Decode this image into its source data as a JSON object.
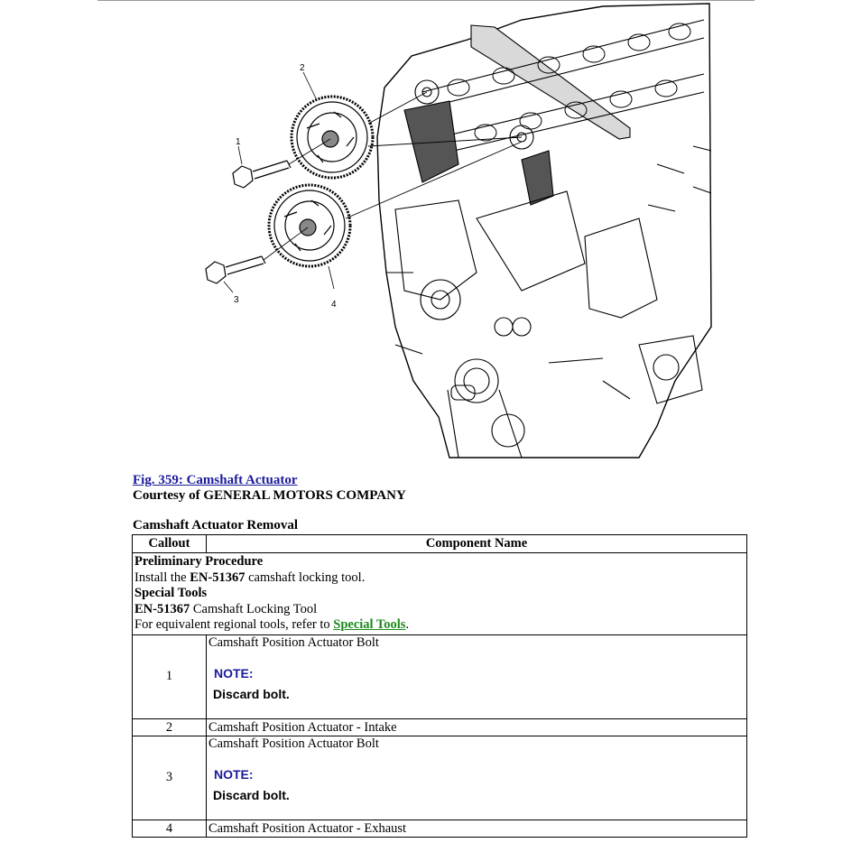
{
  "figure": {
    "callouts": [
      "1",
      "2",
      "3",
      "4"
    ]
  },
  "caption": {
    "link_text": "Fig. 359: Camshaft Actuator",
    "courtesy": "Courtesy of GENERAL MOTORS COMPANY"
  },
  "section_title": "Camshaft Actuator Removal",
  "table": {
    "headers": [
      "Callout",
      "Component Name"
    ],
    "preliminary": {
      "heading": "Preliminary Procedure",
      "install_prefix": "Install the ",
      "install_tool": "EN-51367",
      "install_suffix": " camshaft locking tool.",
      "special_tools_heading": "Special Tools",
      "tool_code": "EN-51367",
      "tool_name": " Camshaft Locking Tool",
      "equiv_prefix": "For equivalent regional tools, refer to ",
      "equiv_link": "Special Tools",
      "equiv_suffix": "."
    },
    "rows": [
      {
        "callout": "1",
        "name": "Camshaft Position Actuator Bolt",
        "note_label": "NOTE:",
        "note_text": "Discard bolt."
      },
      {
        "callout": "2",
        "name": "Camshaft Position Actuator - Intake"
      },
      {
        "callout": "3",
        "name": "Camshaft Position Actuator Bolt",
        "note_label": "NOTE:",
        "note_text": "Discard bolt."
      },
      {
        "callout": "4",
        "name": "Camshaft Position Actuator - Exhaust"
      }
    ]
  }
}
